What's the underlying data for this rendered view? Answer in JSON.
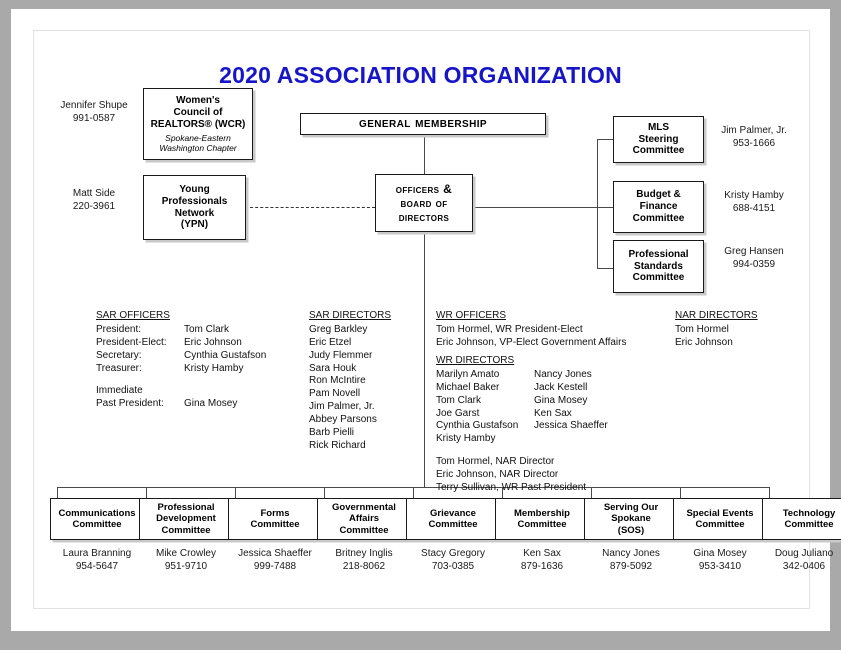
{
  "title": "2020 ASSOCIATION ORGANIZATION",
  "colors": {
    "title": "#1616c8",
    "box_border": "#1a1a1a",
    "page_background": "#ffffff",
    "desktop_background": "#a9a9a9"
  },
  "nodes": {
    "wcr": {
      "line1": "Women's",
      "line2": "Council of",
      "line3": "REALTORS® (WCR)",
      "subtitle1": "Spokane-Eastern",
      "subtitle2": "Washington Chapter"
    },
    "ypn": {
      "line1": "Young",
      "line2": "Professionals",
      "line3": "Network",
      "line4": "(YPN)"
    },
    "general_membership": {
      "label": "General Membership"
    },
    "officers_board": {
      "line1": "Officers &",
      "line2": "Board of",
      "line3": "Directors"
    },
    "mls": {
      "line1": "MLS",
      "line2": "Steering",
      "line3": "Committee"
    },
    "budget": {
      "line1": "Budget &",
      "line2": "Finance",
      "line3": "Committee"
    },
    "professional_standards": {
      "line1": "Professional",
      "line2": "Standards",
      "line3": "Committee"
    }
  },
  "contacts": {
    "wcr": {
      "name": "Jennifer Shupe",
      "phone": "991-0587"
    },
    "ypn": {
      "name": "Matt Side",
      "phone": "220-3961"
    },
    "mls": {
      "name": "Jim Palmer, Jr.",
      "phone": "953-1666"
    },
    "budget": {
      "name": "Kristy Hamby",
      "phone": "688-4151"
    },
    "professional_standards": {
      "name": "Greg Hansen",
      "phone": "994-0359"
    }
  },
  "rosters": {
    "sar_officers": {
      "heading": "SAR OFFICERS",
      "rows": [
        {
          "role": "President:",
          "name": "Tom Clark"
        },
        {
          "role": "President-Elect:",
          "name": "Eric Johnson"
        },
        {
          "role": "Secretary:",
          "name": "Cynthia Gustafson"
        },
        {
          "role": "Treasurer:",
          "name": "Kristy Hamby"
        }
      ],
      "immediate_label": "Immediate",
      "past_president_role": "Past President:",
      "past_president_name": "Gina Mosey"
    },
    "sar_directors": {
      "heading": "SAR DIRECTORS",
      "names": [
        "Greg Barkley",
        "Eric Etzel",
        "Judy Flemmer",
        "Sara Houk",
        "Ron McIntire",
        "Pam Novell",
        "Jim Palmer, Jr.",
        "Abbey Parsons",
        "Barb Pielli",
        "Rick Richard"
      ]
    },
    "wr_officers": {
      "heading": "WR OFFICERS",
      "lines": [
        "Tom Hormel, WR President-Elect",
        "Eric Johnson, VP-Elect Government Affairs"
      ]
    },
    "wr_directors": {
      "heading": "WR DIRECTORS",
      "column_left": [
        "Marilyn Amato",
        "Michael Baker",
        "Tom Clark",
        "Joe Garst",
        "Cynthia Gustafson",
        "Kristy Hamby"
      ],
      "column_right": [
        "Nancy Jones",
        "Jack Kestell",
        "Gina Mosey",
        "Ken Sax",
        "Jessica Shaeffer"
      ],
      "footer_lines": [
        "Tom Hormel, NAR Director",
        "Eric Johnson, NAR Director",
        "Terry Sullivan, WR Past President"
      ]
    },
    "nar_directors": {
      "heading": "NAR DIRECTORS",
      "names": [
        "Tom Hormel",
        "Eric Johnson"
      ]
    }
  },
  "committees": [
    {
      "lines": [
        "Communications",
        "Committee"
      ],
      "contact_name": "Laura Branning",
      "contact_phone": "954-5647"
    },
    {
      "lines": [
        "Professional",
        "Development",
        "Committee"
      ],
      "contact_name": "Mike Crowley",
      "contact_phone": "951-9710"
    },
    {
      "lines": [
        "Forms",
        "Committee"
      ],
      "contact_name": "Jessica Shaeffer",
      "contact_phone": "999-7488"
    },
    {
      "lines": [
        "Governmental",
        "Affairs",
        "Committee"
      ],
      "contact_name": "Britney Inglis",
      "contact_phone": "218-8062"
    },
    {
      "lines": [
        "Grievance",
        "Committee"
      ],
      "contact_name": "Stacy Gregory",
      "contact_phone": "703-0385"
    },
    {
      "lines": [
        "Membership",
        "Committee"
      ],
      "contact_name": "Ken Sax",
      "contact_phone": "879-1636"
    },
    {
      "lines": [
        "Serving Our",
        "Spokane",
        "(SOS)"
      ],
      "contact_name": "Nancy Jones",
      "contact_phone": "879-5092"
    },
    {
      "lines": [
        "Special Events",
        "Committee"
      ],
      "contact_name": "Gina Mosey",
      "contact_phone": "953-3410"
    },
    {
      "lines": [
        "Technology",
        "Committee"
      ],
      "contact_name": "Doug Juliano",
      "contact_phone": "342-0406"
    }
  ]
}
